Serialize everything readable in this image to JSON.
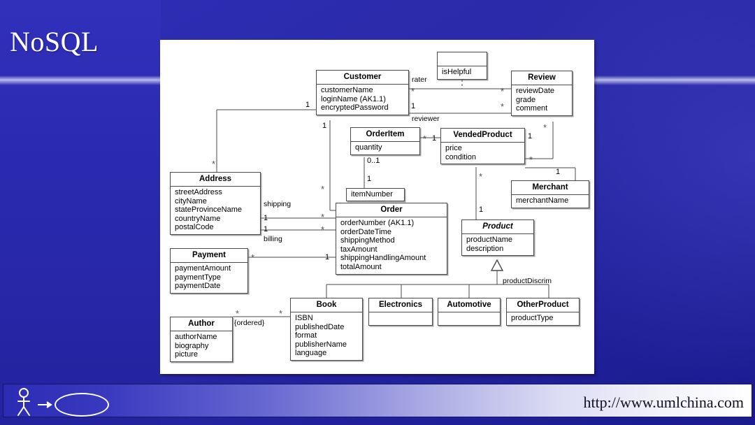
{
  "slide": {
    "title": "NoSQL",
    "footer_url": "http://www.umlchina.com",
    "accent_blue": "#2a2aad",
    "panel_bg": "#ffffff",
    "line_color": "#4a4a4a",
    "actor_icon": "uml-actor-icon",
    "usecase_icon": "uml-usecase-ellipse-icon"
  },
  "diagram": {
    "type": "uml-class-diagram",
    "classes": [
      {
        "id": "customer",
        "name": "Customer",
        "abstract": false,
        "attributes": [
          "customerName",
          "loginName (AK1.1)",
          "encryptedPassword"
        ]
      },
      {
        "id": "review",
        "name": "Review",
        "abstract": false,
        "attributes": [
          "reviewDate",
          "grade",
          "comment"
        ]
      },
      {
        "id": "orderitem",
        "name": "OrderItem",
        "abstract": false,
        "attributes": [
          "quantity"
        ]
      },
      {
        "id": "vendedproduct",
        "name": "VendedProduct",
        "abstract": false,
        "attributes": [
          "price",
          "condition"
        ]
      },
      {
        "id": "merchant",
        "name": "Merchant",
        "abstract": false,
        "attributes": [
          "merchantName"
        ]
      },
      {
        "id": "address",
        "name": "Address",
        "abstract": false,
        "attributes": [
          "streetAddress",
          "cityName",
          "stateProvinceName",
          "countryName",
          "postalCode"
        ]
      },
      {
        "id": "order",
        "name": "Order",
        "abstract": false,
        "attributes": [
          "orderNumber (AK1.1)",
          "orderDateTime",
          "shippingMethod",
          "taxAmount",
          "shippingHandlingAmount",
          "totalAmount"
        ]
      },
      {
        "id": "payment",
        "name": "Payment",
        "abstract": false,
        "attributes": [
          "paymentAmount",
          "paymentType",
          "paymentDate"
        ]
      },
      {
        "id": "product",
        "name": "Product",
        "abstract": true,
        "attributes": [
          "productName",
          "description"
        ]
      },
      {
        "id": "author",
        "name": "Author",
        "abstract": false,
        "attributes": [
          "authorName",
          "biography",
          "picture"
        ]
      },
      {
        "id": "book",
        "name": "Book",
        "abstract": false,
        "attributes": [
          "ISBN",
          "publishedDate",
          "format",
          "publisherName",
          "language"
        ]
      },
      {
        "id": "electronics",
        "name": "Electronics",
        "abstract": false,
        "attributes": []
      },
      {
        "id": "automotive",
        "name": "Automotive",
        "abstract": false,
        "attributes": []
      },
      {
        "id": "otherproduct",
        "name": "OtherProduct",
        "abstract": false,
        "attributes": [
          "productType"
        ]
      }
    ],
    "association_class": {
      "id": "ishelpful",
      "name": "",
      "attributes": [
        "isHelpful"
      ]
    },
    "qualifier": {
      "id": "itemnumber",
      "text": "itemNumber"
    },
    "role_labels": [
      {
        "id": "rater",
        "text": "rater"
      },
      {
        "id": "reviewer",
        "text": "reviewer"
      },
      {
        "id": "shipping",
        "text": "shipping"
      },
      {
        "id": "billing",
        "text": "billing"
      },
      {
        "id": "ordered",
        "text": "{ordered}"
      },
      {
        "id": "productdiscrim",
        "text": "productDiscrim"
      }
    ],
    "multiplicities": {
      "customer_rater": "*",
      "customer_reviewer": "1",
      "review_rater": "*",
      "review_reviewer": "*",
      "customer_address": "1",
      "customer_order": "1",
      "address_star": "*",
      "orderitem_vended": "*",
      "vended_orderitem": "1",
      "orderitem_order": "0..1",
      "order_orderitem": "1",
      "review_vended": "*",
      "vended_review": "1",
      "vended_merchant": "*",
      "merchant_vended": "1",
      "vended_product": "*",
      "product_vended": "1",
      "address_shipping": "1",
      "address_billing": "1",
      "order_shipping": "*",
      "order_billing": "*",
      "order_itemnumber": "*",
      "payment_order": "*",
      "order_payment": "1",
      "author_book": "*",
      "book_author": "*"
    }
  }
}
